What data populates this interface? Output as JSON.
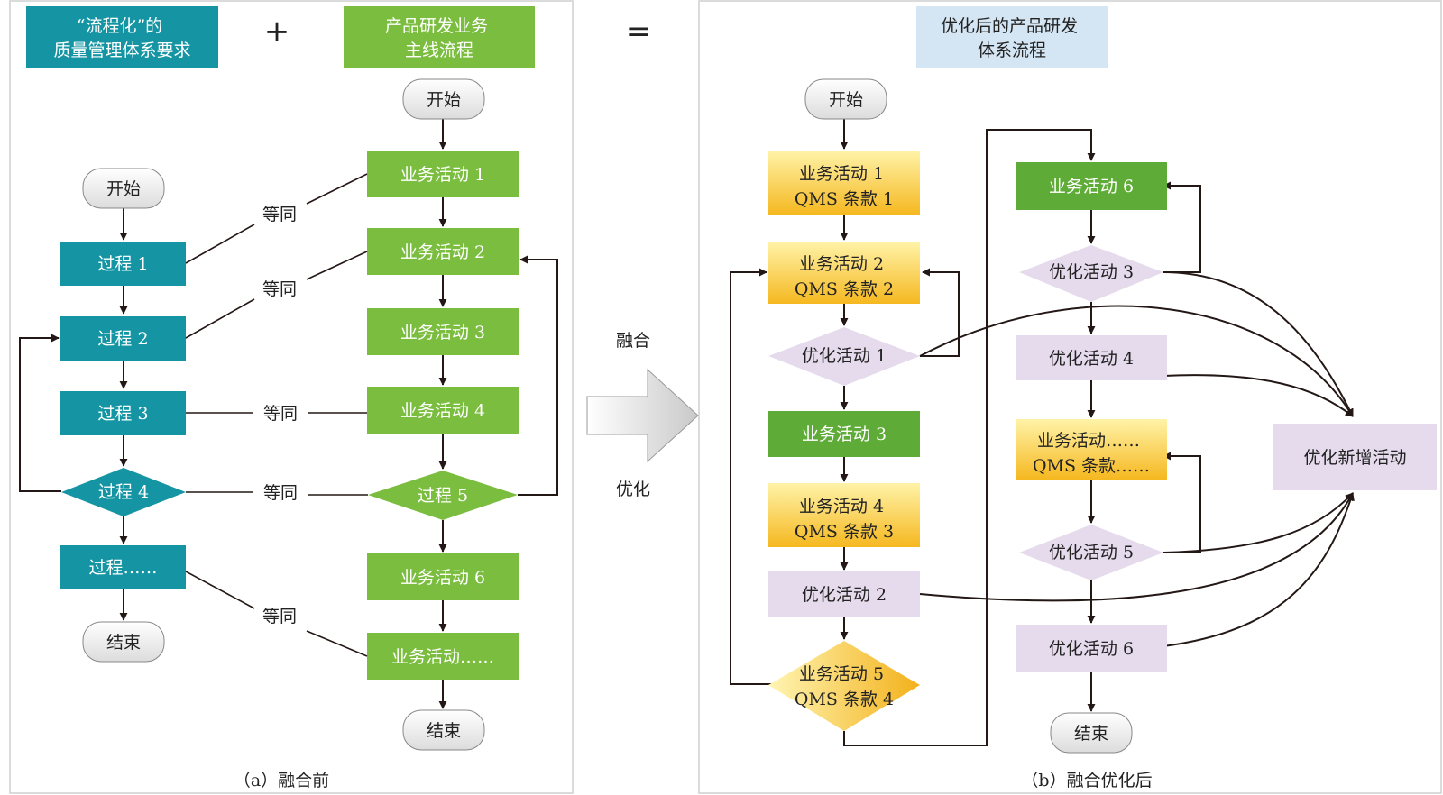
{
  "header": {
    "left_box": "“流程化”的\n质量管理体系要求",
    "plus": "+",
    "mid_box": "产品研发业务\n主线流程",
    "equals": "=",
    "right_box": "优化后的产品研发\n体系流程"
  },
  "left_flow": {
    "start": "开始",
    "p1": "过程 1",
    "p2": "过程 2",
    "p3": "过程 3",
    "p4": "过程 4",
    "p5": "过程……",
    "end": "结束"
  },
  "mid_flow": {
    "start": "开始",
    "a1": "业务活动 1",
    "a2": "业务活动 2",
    "a3": "业务活动 3",
    "a4": "业务活动 4",
    "p5": "过程 5",
    "a6": "业务活动 6",
    "a7": "业务活动……",
    "end": "结束"
  },
  "equiv_label": "等同",
  "arrow": {
    "top": "融合",
    "bottom": "优化"
  },
  "right_flow": {
    "start": "开始",
    "c1": "业务活动 1\nQMS 条款 1",
    "c2": "业务活动 2\nQMS 条款 2",
    "o1": "优化活动 1",
    "a3": "业务活动 3",
    "c4": "业务活动 4\nQMS 条款 3",
    "o2": "优化活动 2",
    "c5": "业务活动 5\nQMS 条款 4",
    "a6": "业务活动 6",
    "o3": "优化活动 3",
    "o4": "优化活动 4",
    "c6": "业务活动……\nQMS 条款……",
    "o5": "优化活动 5",
    "o6": "优化活动 6",
    "end": "结束",
    "new": "优化新增活动"
  },
  "captions": {
    "a": "（a）融合前",
    "b": "（b）融合优化后"
  },
  "colors": {
    "teal": "#1595a3",
    "green": "#7bbd3f",
    "dark_green": "#5fab37",
    "gold_top": "#fff3a8",
    "gold_bottom": "#f5b820",
    "lavender": "#e5dbed",
    "light_blue": "#d4e5f3"
  }
}
